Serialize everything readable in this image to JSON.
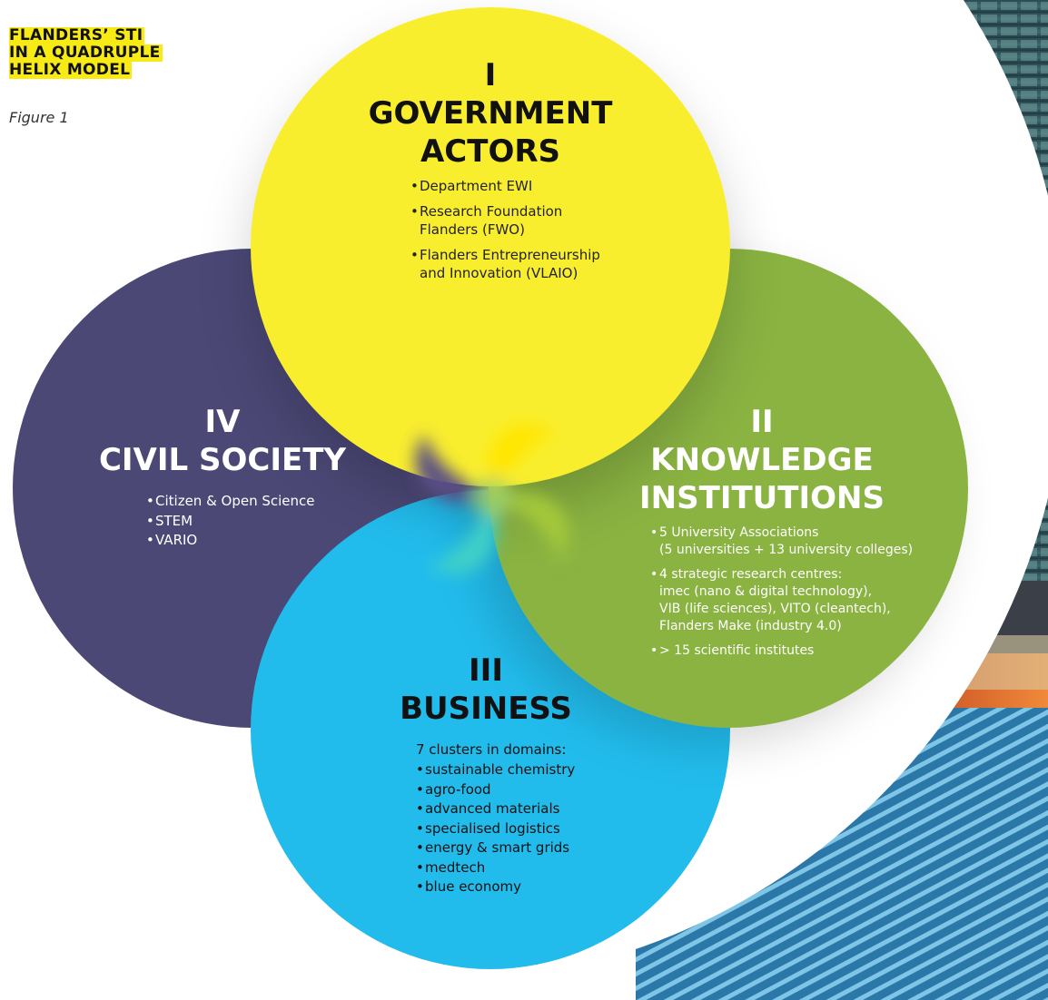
{
  "title": {
    "lines": [
      "FLANDERS’ STI",
      "IN A QUADRUPLE",
      "HELIX MODEL"
    ]
  },
  "figure_label": "Figure 1",
  "colors": {
    "government": "#f9ee2e",
    "knowledge": "#8ab342",
    "business": "#22bcec",
    "civil": "#4b4876",
    "title_highlight": "#f8ea14"
  },
  "sectors": {
    "government": {
      "numeral": "I",
      "name_lines": [
        "GOVERNMENT",
        "ACTORS"
      ],
      "items": [
        [
          "Department EWI"
        ],
        [
          "Research Foundation",
          "Flanders (FWO)"
        ],
        [
          "Flanders Entrepreneurship",
          "and Innovation (VLAIO)"
        ]
      ]
    },
    "knowledge": {
      "numeral": "II",
      "name_lines": [
        "KNOWLEDGE",
        "INSTITUTIONS"
      ],
      "items": [
        [
          "5 University Associations",
          "(5 universities + 13 university colleges)"
        ],
        [
          "4 strategic research centres:",
          "imec (nano & digital technology),",
          "VIB (life sciences), VITO (cleantech),",
          "Flanders Make (industry 4.0)"
        ],
        [
          "> 15 scientific institutes"
        ]
      ]
    },
    "business": {
      "numeral": "III",
      "name_lines": [
        "BUSINESS"
      ],
      "intro": "7 clusters in domains:",
      "items": [
        [
          "sustainable chemistry"
        ],
        [
          "agro-food"
        ],
        [
          "advanced materials"
        ],
        [
          "specialised logistics"
        ],
        [
          "energy & smart grids"
        ],
        [
          "medtech"
        ],
        [
          "blue economy"
        ]
      ]
    },
    "civil": {
      "numeral": "IV",
      "name_lines": [
        "CIVIL SOCIETY"
      ],
      "items": [
        [
          "Citizen & Open Science"
        ],
        [
          "STEM"
        ],
        [
          "VARIO"
        ]
      ]
    }
  }
}
